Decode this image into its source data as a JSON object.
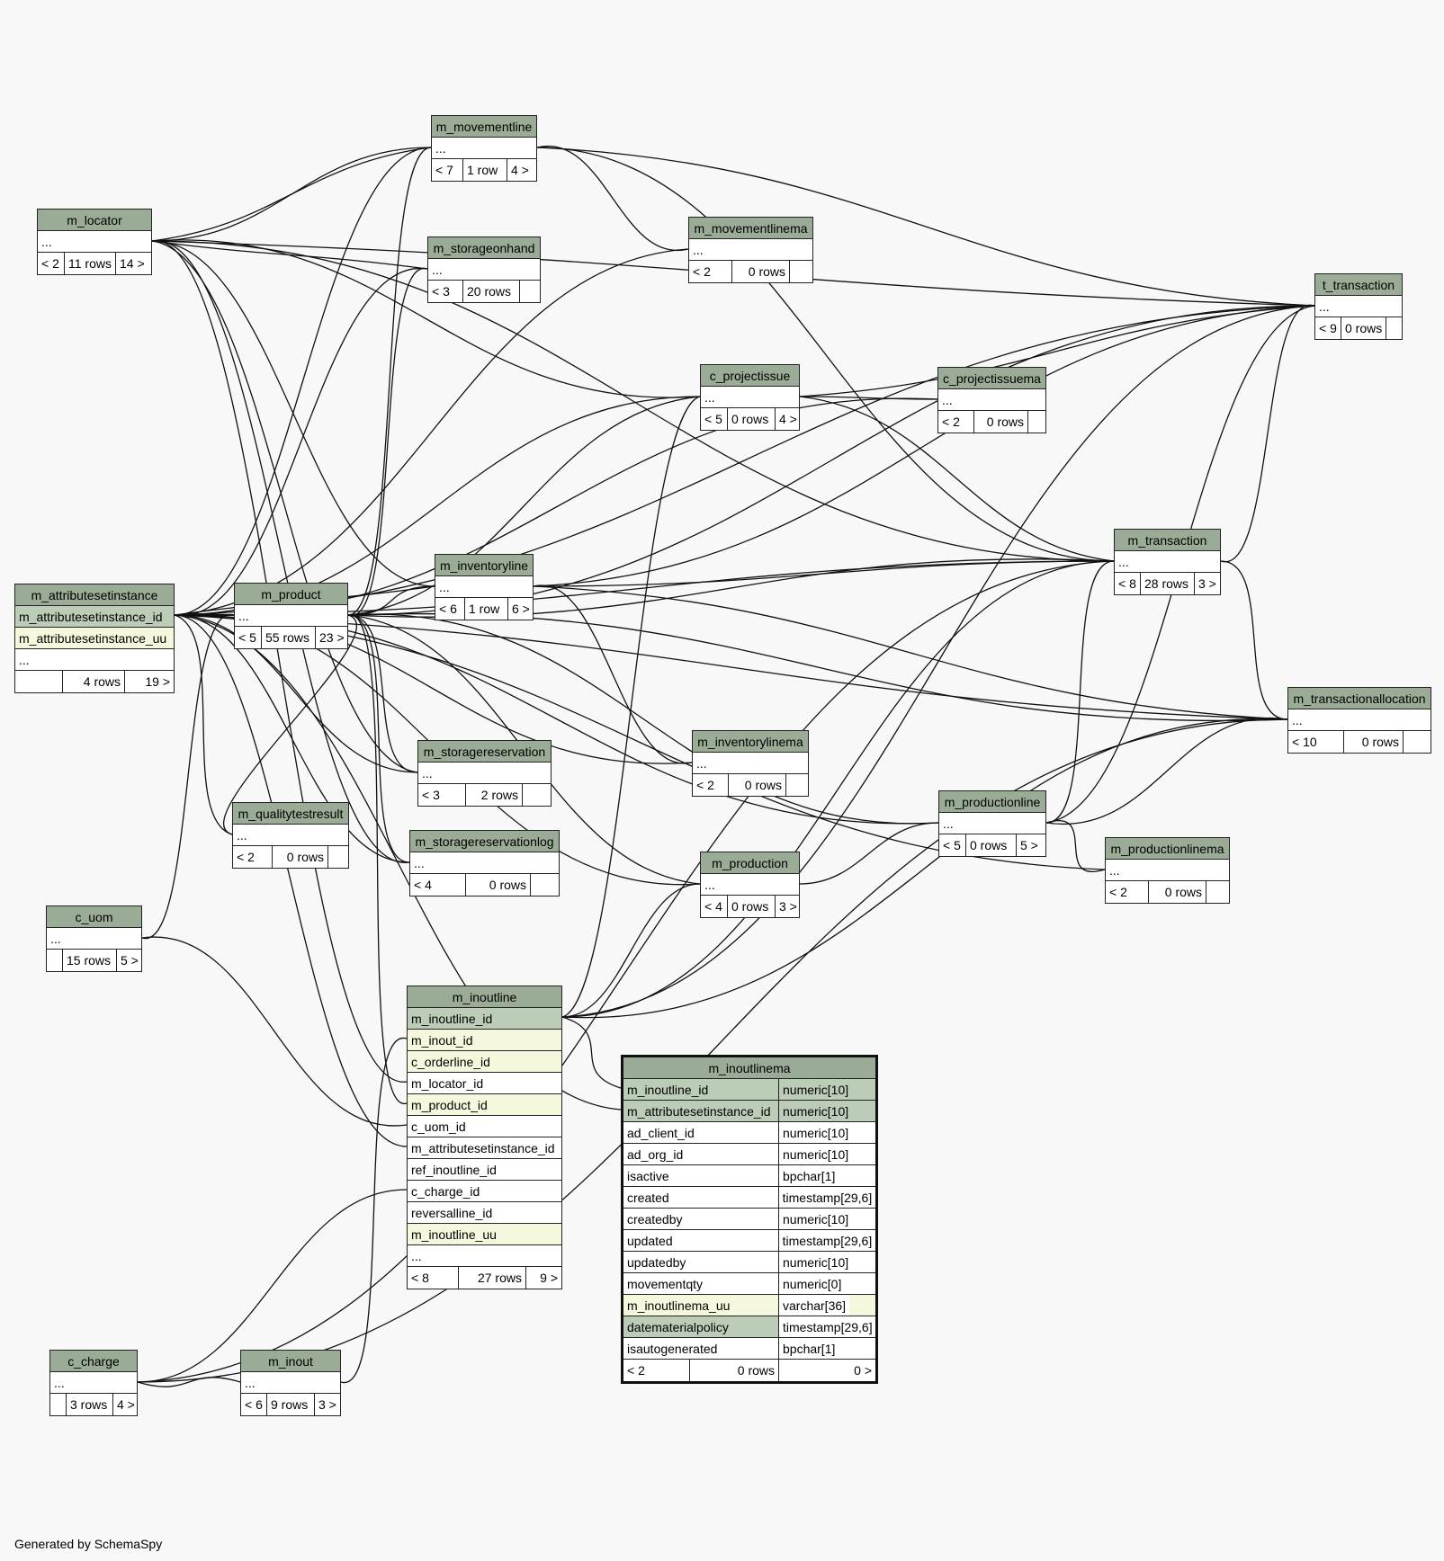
{
  "footer": "Generated by SchemaSpy",
  "tables": {
    "m_locator": {
      "name": "m_locator",
      "ellipsis": "...",
      "stats": [
        "< 2",
        "11 rows",
        "14 >"
      ]
    },
    "m_movementline": {
      "name": "m_movementline",
      "ellipsis": "...",
      "stats": [
        "< 7",
        "1 row",
        "4 >"
      ]
    },
    "m_storageonhand": {
      "name": "m_storageonhand",
      "ellipsis": "...",
      "stats": [
        "< 3",
        "20 rows",
        ""
      ]
    },
    "m_movementlinema": {
      "name": "m_movementlinema",
      "ellipsis": "...",
      "stats": [
        "< 2",
        "0 rows",
        ""
      ]
    },
    "t_transaction": {
      "name": "t_transaction",
      "ellipsis": "...",
      "stats": [
        "< 9",
        "0 rows",
        ""
      ]
    },
    "c_projectissue": {
      "name": "c_projectissue",
      "ellipsis": "...",
      "stats": [
        "< 5",
        "0 rows",
        "4 >"
      ]
    },
    "c_projectissuema": {
      "name": "c_projectissuema",
      "ellipsis": "...",
      "stats": [
        "< 2",
        "0 rows",
        ""
      ]
    },
    "m_attributesetinstance": {
      "name": "m_attributesetinstance",
      "col1": "m_attributesetinstance_id",
      "col2": "m_attributesetinstance_uu",
      "ellipsis": "...",
      "stats": [
        "",
        "4 rows",
        "19 >"
      ]
    },
    "m_product": {
      "name": "m_product",
      "ellipsis": "...",
      "stats": [
        "< 5",
        "55 rows",
        "23 >"
      ]
    },
    "m_inventoryline": {
      "name": "m_inventoryline",
      "ellipsis": "...",
      "stats": [
        "< 6",
        "1 row",
        "6 >"
      ]
    },
    "m_transaction": {
      "name": "m_transaction",
      "ellipsis": "...",
      "stats": [
        "< 8",
        "28 rows",
        "3 >"
      ]
    },
    "m_transactionallocation": {
      "name": "m_transactionallocation",
      "ellipsis": "...",
      "stats": [
        "< 10",
        "0 rows",
        ""
      ]
    },
    "m_inventorylinema": {
      "name": "m_inventorylinema",
      "ellipsis": "...",
      "stats": [
        "< 2",
        "0 rows",
        ""
      ]
    },
    "m_storagereservation": {
      "name": "m_storagereservation",
      "ellipsis": "...",
      "stats": [
        "< 3",
        "2 rows",
        ""
      ]
    },
    "m_qualitytestresult": {
      "name": "m_qualitytestresult",
      "ellipsis": "...",
      "stats": [
        "< 2",
        "0 rows",
        ""
      ]
    },
    "m_productionline": {
      "name": "m_productionline",
      "ellipsis": "...",
      "stats": [
        "< 5",
        "0 rows",
        "5 >"
      ]
    },
    "m_storagereservationlog": {
      "name": "m_storagereservationlog",
      "ellipsis": "...",
      "stats": [
        "< 4",
        "0 rows",
        ""
      ]
    },
    "m_production": {
      "name": "m_production",
      "ellipsis": "...",
      "stats": [
        "< 4",
        "0 rows",
        "3 >"
      ]
    },
    "m_productionlinema": {
      "name": "m_productionlinema",
      "ellipsis": "...",
      "stats": [
        "< 2",
        "0 rows",
        ""
      ]
    },
    "c_uom": {
      "name": "c_uom",
      "ellipsis": "...",
      "stats": [
        "",
        "15 rows",
        "5 >"
      ]
    },
    "c_charge": {
      "name": "c_charge",
      "ellipsis": "...",
      "stats": [
        "",
        "3 rows",
        "4 >"
      ]
    },
    "m_inout": {
      "name": "m_inout",
      "ellipsis": "...",
      "stats": [
        "< 6",
        "9 rows",
        "3 >"
      ]
    }
  },
  "m_inoutline": {
    "name": "m_inoutline",
    "columns": [
      "m_inoutline_id",
      "m_inout_id",
      "c_orderline_id",
      "m_locator_id",
      "m_product_id",
      "c_uom_id",
      "m_attributesetinstance_id",
      "ref_inoutline_id",
      "c_charge_id",
      "reversalline_id",
      "m_inoutline_uu",
      "..."
    ],
    "stats": [
      "< 8",
      "27 rows",
      "9 >"
    ]
  },
  "m_inoutlinema": {
    "name": "m_inoutlinema",
    "columns": [
      {
        "name": "m_inoutline_id",
        "type": "numeric[10]"
      },
      {
        "name": "m_attributesetinstance_id",
        "type": "numeric[10]"
      },
      {
        "name": "ad_client_id",
        "type": "numeric[10]"
      },
      {
        "name": "ad_org_id",
        "type": "numeric[10]"
      },
      {
        "name": "isactive",
        "type": "bpchar[1]"
      },
      {
        "name": "created",
        "type": "timestamp[29,6]"
      },
      {
        "name": "createdby",
        "type": "numeric[10]"
      },
      {
        "name": "updated",
        "type": "timestamp[29,6]"
      },
      {
        "name": "updatedby",
        "type": "numeric[10]"
      },
      {
        "name": "movementqty",
        "type": "numeric[0]"
      },
      {
        "name": "m_inoutlinema_uu",
        "type": "varchar[36]"
      },
      {
        "name": "datematerialpolicy",
        "type": "timestamp[29,6]"
      },
      {
        "name": "isautogenerated",
        "type": "bpchar[1]"
      }
    ],
    "stats": [
      "< 2",
      "0 rows",
      "0 >"
    ]
  }
}
